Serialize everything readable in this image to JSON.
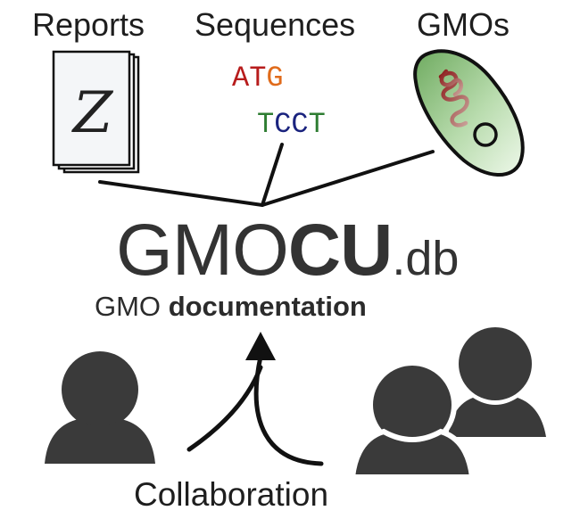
{
  "labels": {
    "reports": "Reports",
    "sequences": "Sequences",
    "gmos": "GMOs",
    "collaboration": "Collaboration"
  },
  "document_letter": "Z",
  "sequences": {
    "line1": [
      {
        "ch": "A",
        "color": "#b71c1c"
      },
      {
        "ch": "T",
        "color": "#b71c1c"
      },
      {
        "ch": "G",
        "color": "#e06b1b"
      }
    ],
    "line2": [
      {
        "ch": "T",
        "color": "#2e7d32"
      },
      {
        "ch": "C",
        "color": "#1a237e"
      },
      {
        "ch": "C",
        "color": "#1a237e"
      },
      {
        "ch": "T",
        "color": "#2e7d32"
      }
    ]
  },
  "title": {
    "part1": "GMO",
    "part2": "CU",
    "part3": ".db"
  },
  "subtitle": {
    "normal": "GMO",
    "bold": "documentation"
  },
  "colors": {
    "text_dark": "#333333",
    "person_fill": "#3a3a3a",
    "cell_fill": "#a8cf9a",
    "dna_color": "#8b1a1a"
  }
}
